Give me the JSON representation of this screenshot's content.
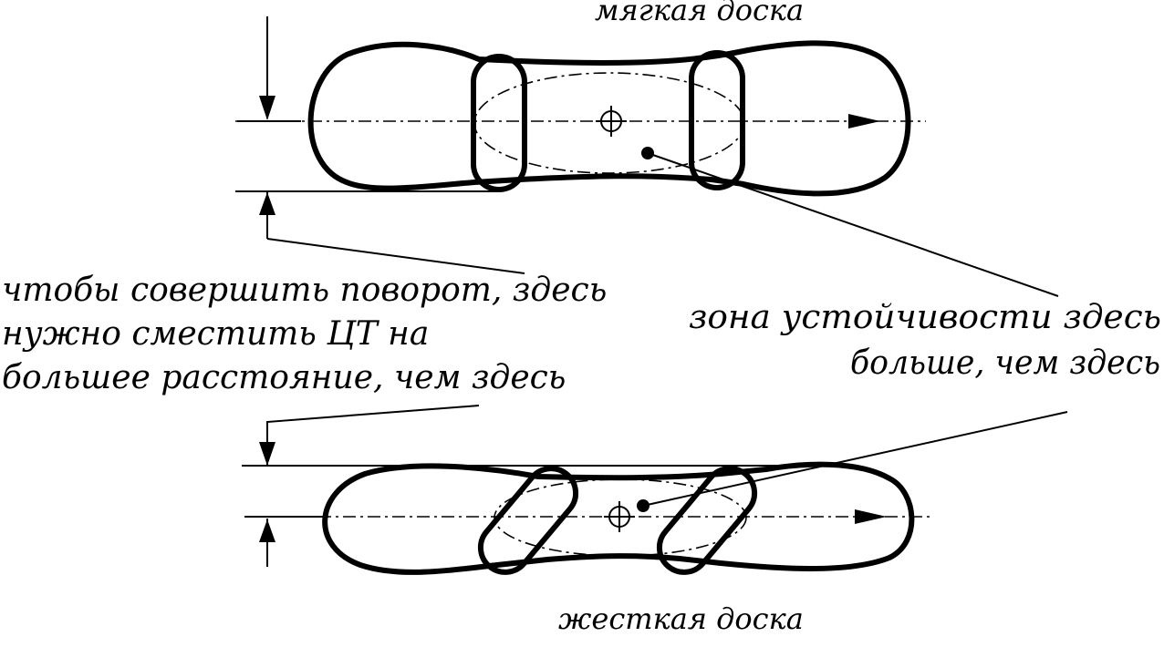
{
  "labels": {
    "soft_board": "мягкая доска",
    "stiff_board": "жесткая доска",
    "note_left": [
      "чтобы совершить поворот, здесь",
      "нужно сместить ЦТ на",
      "большее расстояние, чем здесь"
    ],
    "note_right": [
      "зона устойчивости здесь",
      "больше, чем здесь"
    ]
  },
  "colors": {
    "ink": "#000000",
    "background": "#ffffff"
  }
}
